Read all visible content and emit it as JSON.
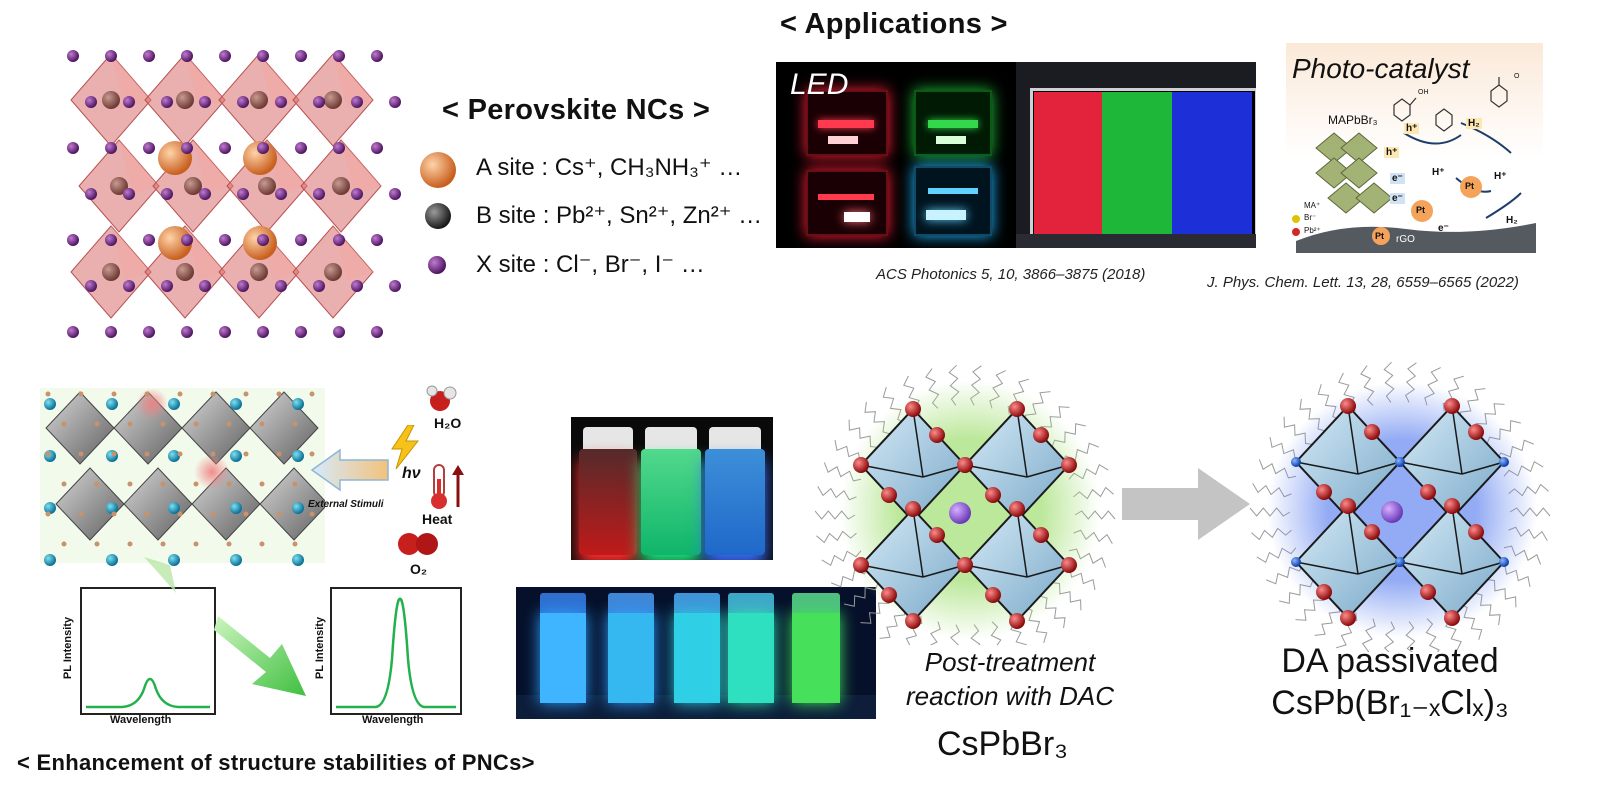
{
  "perovskite": {
    "title": "< Perovskite NCs >",
    "sites": [
      {
        "label": "A site : ",
        "ions": "Cs⁺, CH₃NH₃⁺ …",
        "color": "#e0813a"
      },
      {
        "label": "B site : ",
        "ions": "Pb²⁺, Sn²⁺, Zn²⁺ …",
        "color": "#3a3a3a"
      },
      {
        "label": "X site : ",
        "ions": "Cl⁻, Br⁻, I⁻ …",
        "color": "#6b2a7a"
      }
    ]
  },
  "applications": {
    "title": "< Applications >",
    "led_label": "LED",
    "led_citation": "ACS Photonics 5, 10, 3866–3875 (2018)",
    "photocatalyst_label": "Photo-catalyst",
    "photocatalyst_citation": "J. Phys. Chem. Lett. 13, 28, 6559–6565 (2022)",
    "pc_labels": {
      "mapbbr3": "MAPbBr₃",
      "h1": "h⁺",
      "h2": "H₂",
      "h3": "h⁺",
      "hplus1": "H⁺",
      "hplus2": "H⁺",
      "e1": "e⁻",
      "e2": "e⁻",
      "e3": "e⁻",
      "pt1": "Pt",
      "pt2": "Pt",
      "pt3": "Pt",
      "rgo": "rGO",
      "ma": "MA⁺",
      "br": "Br⁻",
      "pb": "Pb²⁺",
      "oh": "OH",
      "o": "O"
    }
  },
  "stability": {
    "title": "< Enhancement of structure stabilities of PNCs>",
    "h2o": "H₂O",
    "hv": "hν",
    "heat": "Heat",
    "o2": "O₂",
    "external_stimuli": "External Stimuli",
    "graph_ylabel": "PL Intensity",
    "graph_xlabel": "Wavelength"
  },
  "treatment": {
    "caption_line1": "Post-treatment",
    "caption_line2": "reaction with DAC",
    "start_material": "CsPbBr₃",
    "product_line1": "DA passivated",
    "product_line2": "CsPb(Br₁₋ₓClₓ)₃"
  },
  "colors": {
    "octa_red": "#d9706e",
    "octa_blue": "#a9cfe6",
    "glow_green": "#a6e07a",
    "glow_blue": "#6f8ff0",
    "led_blue": "#1d2fd6",
    "led_green": "#1fb73a",
    "led_red": "#e2233b"
  }
}
